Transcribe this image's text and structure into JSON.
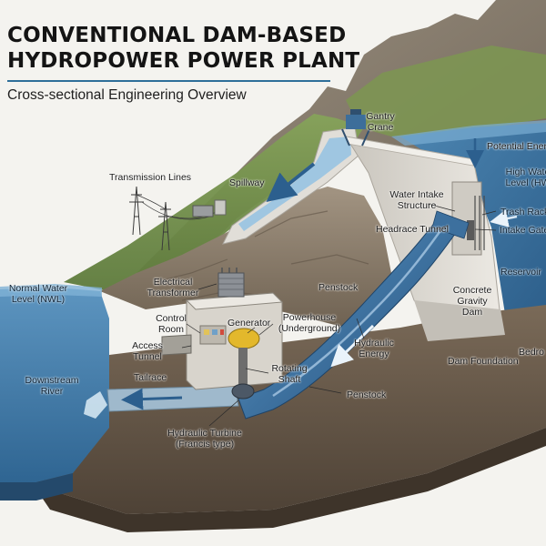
{
  "header": {
    "title_line1": "CONVENTIONAL DAM-BASED",
    "title_line2": "HYDROPOWER POWER PLANT",
    "subtitle": "Cross-sectional Engineering Overview"
  },
  "labels": {
    "gantry_crane": "Gantry\nCrane",
    "potential_energy": "Potential Energ",
    "high_water_level": "High Wate\nLevel (HW",
    "transmission_lines": "Transmission Lines",
    "spillway": "Spillway",
    "water_intake_structure": "Water Intake\nStructure",
    "trash_rack": "Trash Rack",
    "headrace_tunnel": "Headrace Tunnel",
    "intake_gate": "Intake Gate",
    "reservoir": "Reservoir",
    "normal_water_level": "Normal Water\nLevel (NWL)",
    "electrical_transformer": "Electrical\nTransformer",
    "penstock_upper": "Penstock",
    "concrete_gravity_dam": "Concrete\nGravity\nDam",
    "control_room": "Control\nRoom",
    "generator": "Generator",
    "powerhouse": "Powerhouse\n(Underground)",
    "access_tunnel": "Access\nTunnel",
    "hydraulic_energy": "Hydraulic\nEnergy",
    "bedrock": "Bedro",
    "dam_foundation": "Dam Foundation",
    "downstream_river": "Downstream\nRiver",
    "tailrace": "Tailrace",
    "rotating_shaft": "Rotating\nShaft",
    "penstock_lower": "Penstock",
    "hydraulic_turbine": "Hydraulic Turbine\n(Francis type)"
  },
  "colors": {
    "water": "#3f7ba8",
    "water_light": "#6fa5c9",
    "rock": "#8f7f6c",
    "grass": "#6f8f47",
    "concrete": "#d9d6cf",
    "pipe": "#3a6f9d",
    "title_rule": "#2f6f9a"
  }
}
